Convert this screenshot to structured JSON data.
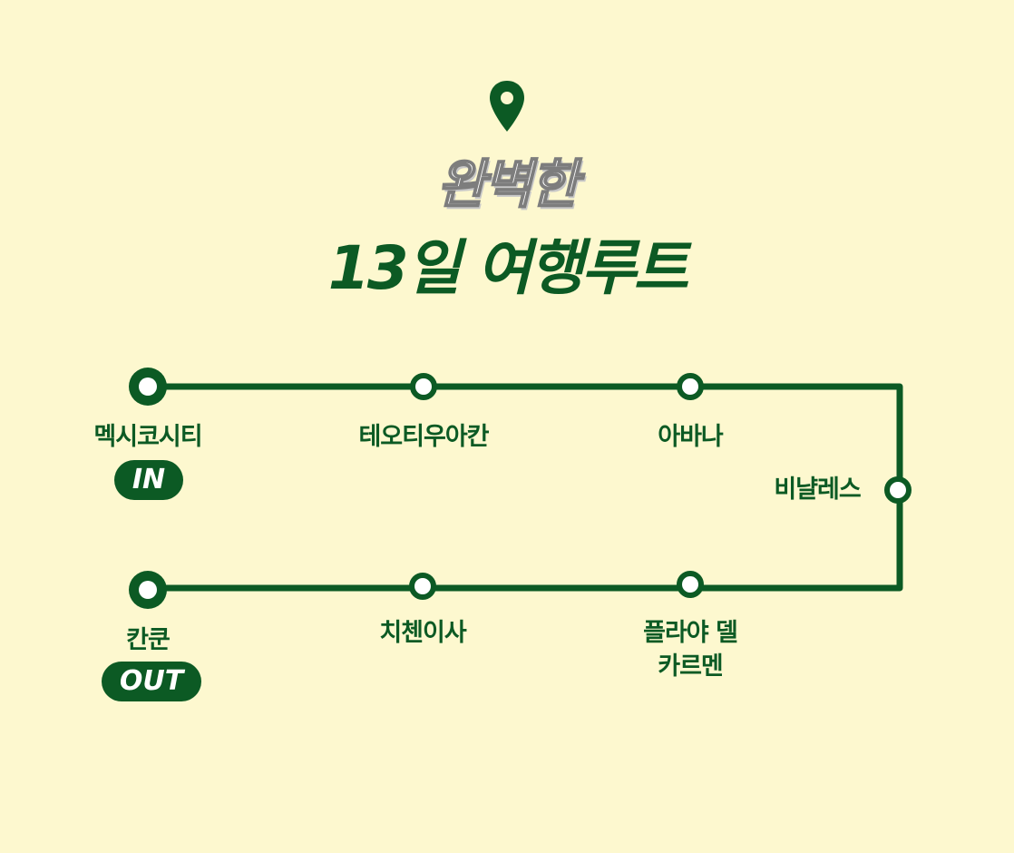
{
  "header": {
    "title_line1": "완벽한",
    "title_line2": "13일 여행루트",
    "icon": "map-pin-icon"
  },
  "colors": {
    "background": "#fdf8cf",
    "accent": "#0c5a24"
  },
  "stops": {
    "mexico_city": "멕시코시티",
    "teotihuacan": "테오티우아칸",
    "havana": "아바나",
    "valladolid": "비냘레스",
    "playa_line1": "플라야 델",
    "playa_line2": "카르멘",
    "chichen_itza": "치첸이사",
    "cancun": "칸쿤"
  },
  "badges": {
    "start": "IN",
    "end": "OUT"
  }
}
